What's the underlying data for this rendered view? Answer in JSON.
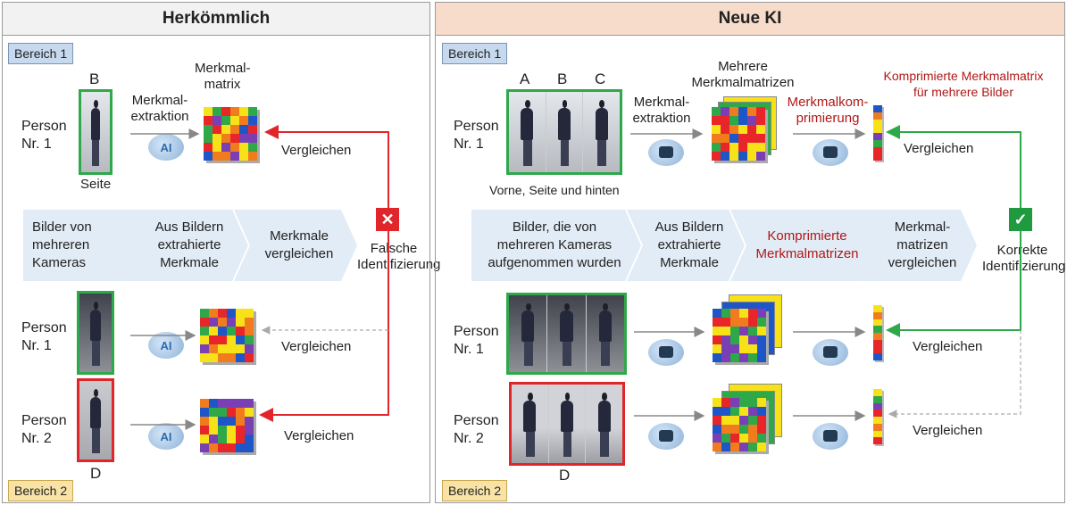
{
  "left": {
    "title": "Herkömmlich",
    "area1": "Bereich 1",
    "area2": "Bereich 2",
    "label_b": "B",
    "label_d": "D",
    "matrix_title": "Merkmal-\nmatrix",
    "extraction": "Merkmal-\nextraktion",
    "side": "Seite",
    "person1": "Person\nNr. 1",
    "person2": "Person\nNr. 2",
    "ai": "AI",
    "compare": "Vergleichen",
    "steps": [
      "Bilder von\nmehreren\nKameras",
      "Aus Bildern\nextrahierte\nMerkmale",
      "Merkmale\nvergleichen"
    ],
    "result": "Falsche\nIdentifizierung",
    "result_icon": "cross-icon",
    "result_color": "#e0262a"
  },
  "right": {
    "title": "Neue KI",
    "area1": "Bereich 1",
    "area2": "Bereich 2",
    "labels_abc": [
      "A",
      "B",
      "C"
    ],
    "label_d": "D",
    "views": "Vorne, Seite und hinten",
    "extraction": "Merkmal-\nextraktion",
    "matrices_title": "Mehrere\nMerkmalmatrizen",
    "compression": "Merkmalkom-\nprimierung",
    "compressed_title": "Komprimierte Merkmalmatrix\nfür mehrere Bilder",
    "person1": "Person\nNr. 1",
    "person2": "Person\nNr. 2",
    "compare": "Vergleichen",
    "steps": [
      "Bilder, die von\nmehreren Kameras\naufgenommen wurden",
      "Aus Bildern\nextrahierte\nMerkmale",
      "Komprimierte\nMerkmalmatrizen",
      "Merkmal-\nmatrizen\nvergleichen"
    ],
    "result": "Korrekte\nIdentifizierung",
    "result_icon": "check-icon",
    "result_color": "#1f9a3e"
  },
  "colors": {
    "header_left": "#f2f2f2",
    "header_right": "#f8dccb",
    "highlight_text": "#b01818",
    "match_green": "#2ea84a",
    "mismatch_red": "#e0262a",
    "cell_palette": [
      "#e8262a",
      "#f07c1e",
      "#f7e21a",
      "#2fa84a",
      "#1e56c8",
      "#7b3fb5"
    ]
  }
}
